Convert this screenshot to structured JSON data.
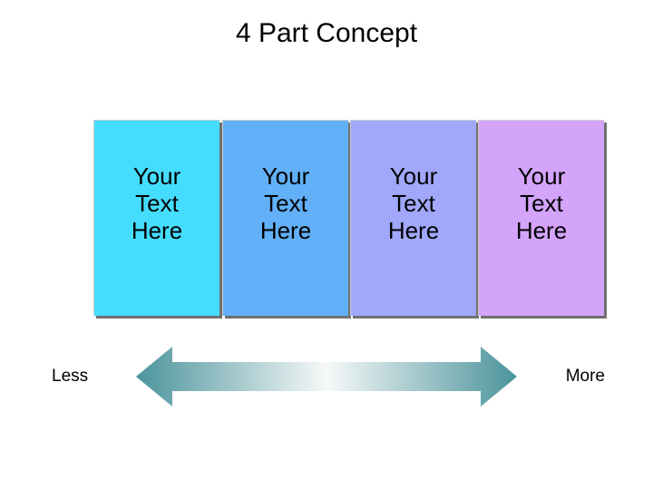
{
  "title": "4 Part Concept",
  "panels": [
    {
      "text": "Your\nText\nHere",
      "color": "#45ddff"
    },
    {
      "text": "Your\nText\nHere",
      "color": "#62b0f8"
    },
    {
      "text": "Your\nText\nHere",
      "color": "#a1a8fb"
    },
    {
      "text": "Your\nText\nHere",
      "color": "#d4a4fb"
    }
  ],
  "scale": {
    "left_label": "Less",
    "right_label": "More",
    "arrow_color_end": "#4b949c",
    "arrow_color_mid": "#f6f8f8"
  }
}
